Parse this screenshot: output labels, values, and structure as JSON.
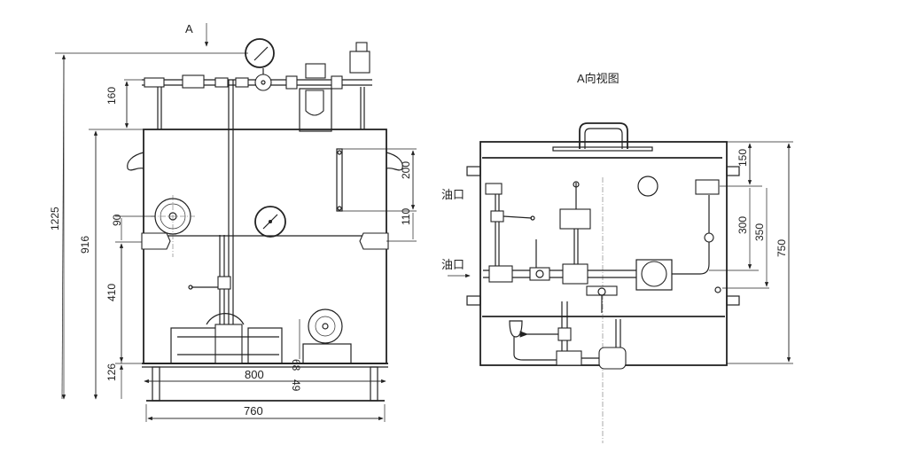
{
  "front_view": {
    "view_marker": "A",
    "dims": {
      "overall_height": "1225",
      "tank_height": "916",
      "pipe_height": "160",
      "lower_section": "410",
      "base_height": "126",
      "sight_glass": "200",
      "glass_offset": "110",
      "port_offset": "90",
      "motor_a": "68",
      "motor_b": "49",
      "base_width": "800",
      "foot_width": "760"
    }
  },
  "side_view": {
    "title": "A向视图",
    "oil_port_1": "油口",
    "oil_port_2": "油口",
    "dims": {
      "top_offset": "150",
      "d300": "300",
      "d350": "350",
      "overall": "750"
    }
  }
}
